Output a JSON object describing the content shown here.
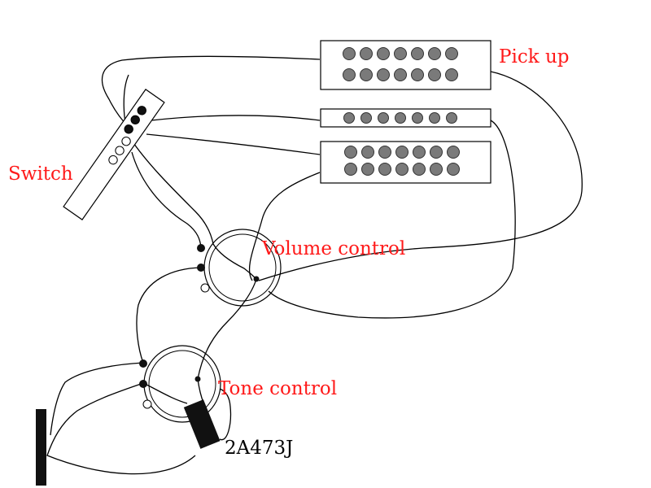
{
  "labels": {
    "pickup": "Pick up",
    "switch": "Switch",
    "volume": "Volume control",
    "tone": "Tone control",
    "capacitor": "2A473J"
  },
  "colors": {
    "label": "#ff1a1a",
    "part_label": "#000000",
    "pole": "#7a7a7a",
    "component": "#111111"
  },
  "pickups": [
    {
      "rows": 2,
      "poles_per_row": 7
    },
    {
      "rows": 1,
      "poles_per_row": 7
    },
    {
      "rows": 2,
      "poles_per_row": 7
    }
  ],
  "switch_terminals": 6
}
